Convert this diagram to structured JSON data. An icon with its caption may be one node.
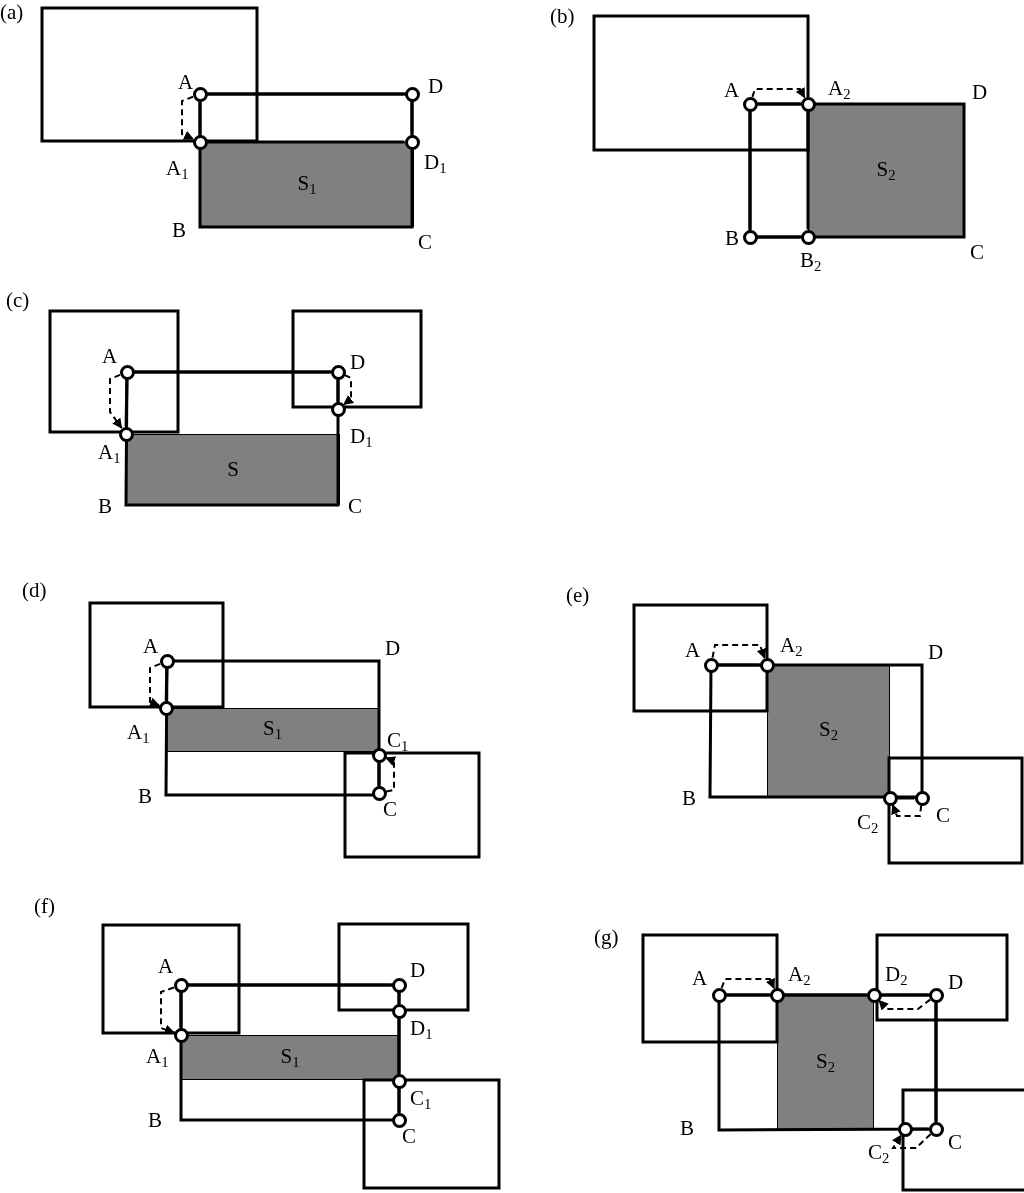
{
  "diagram": {
    "nodes": [
      {
        "text": [],
        "shape": "circle",
        "beside": [
          "A"
        ]
      },
      {
        "text": [],
        "shape": "circle",
        "beside": [
          "D"
        ]
      },
      {
        "text": [],
        "shape": "circle",
        "beside": [
          "A$_{1}$"
        ]
      },
      {
        "text": [],
        "shape": "circle",
        "beside": [
          "D$_{1}$"
        ]
      },
      {
        "text": [
          "S$_{1}$"
        ]
      },
      {
        "text": [],
        "shape": "circle",
        "beside": [
          "A"
        ]
      },
      {
        "text": [],
        "shape": "circle",
        "beside": [
          "A$_{2}$"
        ]
      },
      {
        "text": [
          "S$_{2}$"
        ]
      },
      {
        "text": [],
        "shape": "circle",
        "beside": [
          "B"
        ]
      },
      {
        "text": [],
        "shape": "circle",
        "beside": [
          "B$_{2}$"
        ]
      },
      {
        "text": [],
        "shape": "circle",
        "beside": [
          "A"
        ]
      },
      {
        "text": [],
        "shape": "circle",
        "beside": [
          "D"
        ]
      },
      {
        "text": [],
        "shape": "circle",
        "beside": [
          "D$_{1}$"
        ]
      },
      {
        "text": [],
        "shape": "circle",
        "beside": [
          "A$_{1}$"
        ]
      },
      {
        "text": [
          "S"
        ]
      },
      {
        "text": [],
        "shape": "circle",
        "beside": [
          "A"
        ]
      },
      {
        "text": [],
        "shape": "circle",
        "beside": [
          "A$_{1}$"
        ]
      },
      {
        "text": [
          "S$_{1}$"
        ]
      },
      {
        "text": [],
        "shape": "circle",
        "beside": [
          "C$_{1}$"
        ]
      },
      {
        "text": [],
        "shape": "circle",
        "beside": [
          "C"
        ]
      },
      {
        "text": [],
        "shape": "circle",
        "beside": [
          "A"
        ]
      },
      {
        "text": [],
        "shape": "circle",
        "beside": [
          "A$_{2}$"
        ]
      },
      {
        "text": [
          "S$_{2}$"
        ]
      },
      {
        "text": [],
        "shape": "circle",
        "beside": [
          "C$_{2}$"
        ]
      },
      {
        "text": [],
        "shape": "circle",
        "beside": [
          "C"
        ]
      },
      {
        "text": [],
        "shape": "circle",
        "beside": [
          "A"
        ]
      },
      {
        "text": [],
        "shape": "circle",
        "beside": [
          "D"
        ]
      },
      {
        "text": [],
        "shape": "circle",
        "beside": [
          "D$_{1}$"
        ]
      },
      {
        "text": [],
        "shape": "circle",
        "beside": [
          "A$_{1}$"
        ]
      },
      {
        "text": [
          "S$_{1}$"
        ]
      },
      {
        "text": [],
        "shape": "circle",
        "beside": [
          "C$_{1}$"
        ]
      },
      {
        "text": [],
        "shape": "circle",
        "beside": [
          "C"
        ]
      },
      {
        "text": [],
        "shape": "circle",
        "beside": [
          "A"
        ]
      },
      {
        "text": [],
        "shape": "circle",
        "beside": [
          "A$_{2}$"
        ]
      },
      {
        "text": [],
        "shape": "circle",
        "beside": [
          "D$_{2}$"
        ]
      },
      {
        "text": [],
        "shape": "circle",
        "beside": [
          "D"
        ]
      },
      {
        "text": [
          "S$_{2}$"
        ]
      },
      {
        "text": [],
        "shape": "circle",
        "beside": [
          "C$_{2}$"
        ]
      },
      {
        "text": [],
        "shape": "circle",
        "beside": [
          "C"
        ]
      }
    ],
    "edges": [
      {
        "from": 0,
        "to": 2,
        "arrow": "to",
        "style": "dashed"
      },
      {
        "from": 0,
        "to": 1,
        "arrow": "none"
      },
      {
        "from": 0,
        "to": 2,
        "arrow": "none"
      },
      {
        "from": 1,
        "to": 3,
        "arrow": "none"
      },
      {
        "from": 2,
        "to": 3,
        "arrow": "none"
      },
      {
        "from": 5,
        "to": 6,
        "arrow": "to",
        "style": "dashed"
      },
      {
        "from": 5,
        "to": 6,
        "arrow": "none"
      },
      {
        "from": 5,
        "to": 8,
        "arrow": "none"
      },
      {
        "from": 8,
        "to": 9,
        "arrow": "none"
      },
      {
        "from": 6,
        "to": 9,
        "arrow": "none"
      },
      {
        "from": 10,
        "to": 13,
        "arrow": "to",
        "style": "dashed"
      },
      {
        "from": 11,
        "to": 12,
        "arrow": "to",
        "style": "dashed"
      },
      {
        "from": 10,
        "to": 11,
        "arrow": "none"
      },
      {
        "from": 10,
        "to": 13,
        "arrow": "none"
      },
      {
        "from": 11,
        "to": 12,
        "arrow": "none"
      },
      {
        "from": 15,
        "to": 16,
        "arrow": "to",
        "style": "dashed"
      },
      {
        "from": 19,
        "to": 18,
        "arrow": "to",
        "style": "dashed"
      },
      {
        "from": 15,
        "to": 16,
        "arrow": "none"
      },
      {
        "from": 18,
        "to": 19,
        "arrow": "none"
      },
      {
        "from": 20,
        "to": 21,
        "arrow": "to",
        "style": "dashed"
      },
      {
        "from": 24,
        "to": 23,
        "arrow": "to",
        "style": "dashed"
      },
      {
        "from": 20,
        "to": 21,
        "arrow": "none"
      },
      {
        "from": 23,
        "to": 24,
        "arrow": "none"
      },
      {
        "from": 25,
        "to": 28,
        "arrow": "to",
        "style": "dashed"
      },
      {
        "from": 25,
        "to": 26,
        "arrow": "none"
      },
      {
        "from": 25,
        "to": 28,
        "arrow": "none"
      },
      {
        "from": 26,
        "to": 27,
        "arrow": "none"
      },
      {
        "from": 27,
        "to": 30,
        "arrow": "none"
      },
      {
        "from": 30,
        "to": 31,
        "arrow": "none"
      },
      {
        "from": 32,
        "to": 33,
        "arrow": "to",
        "style": "dashed"
      },
      {
        "from": 35,
        "to": 34,
        "arrow": "to",
        "style": "dashed"
      },
      {
        "from": 38,
        "to": 37,
        "arrow": "to",
        "style": "dashed"
      },
      {
        "from": 32,
        "to": 33,
        "arrow": "none"
      },
      {
        "from": 33,
        "to": 34,
        "arrow": "none"
      },
      {
        "from": 34,
        "to": 35,
        "arrow": "none"
      },
      {
        "from": 35,
        "to": 38,
        "arrow": "none"
      },
      {
        "from": 37,
        "to": 38,
        "arrow": "none"
      }
    ],
    "labels": [
      "(a)",
      "B",
      "C",
      "(b)",
      "D",
      "C",
      "(c)",
      "B",
      "C",
      "(d)",
      "D",
      "B",
      "(e)",
      "D",
      "B",
      "(f)",
      "B",
      "(g)",
      "B"
    ]
  }
}
